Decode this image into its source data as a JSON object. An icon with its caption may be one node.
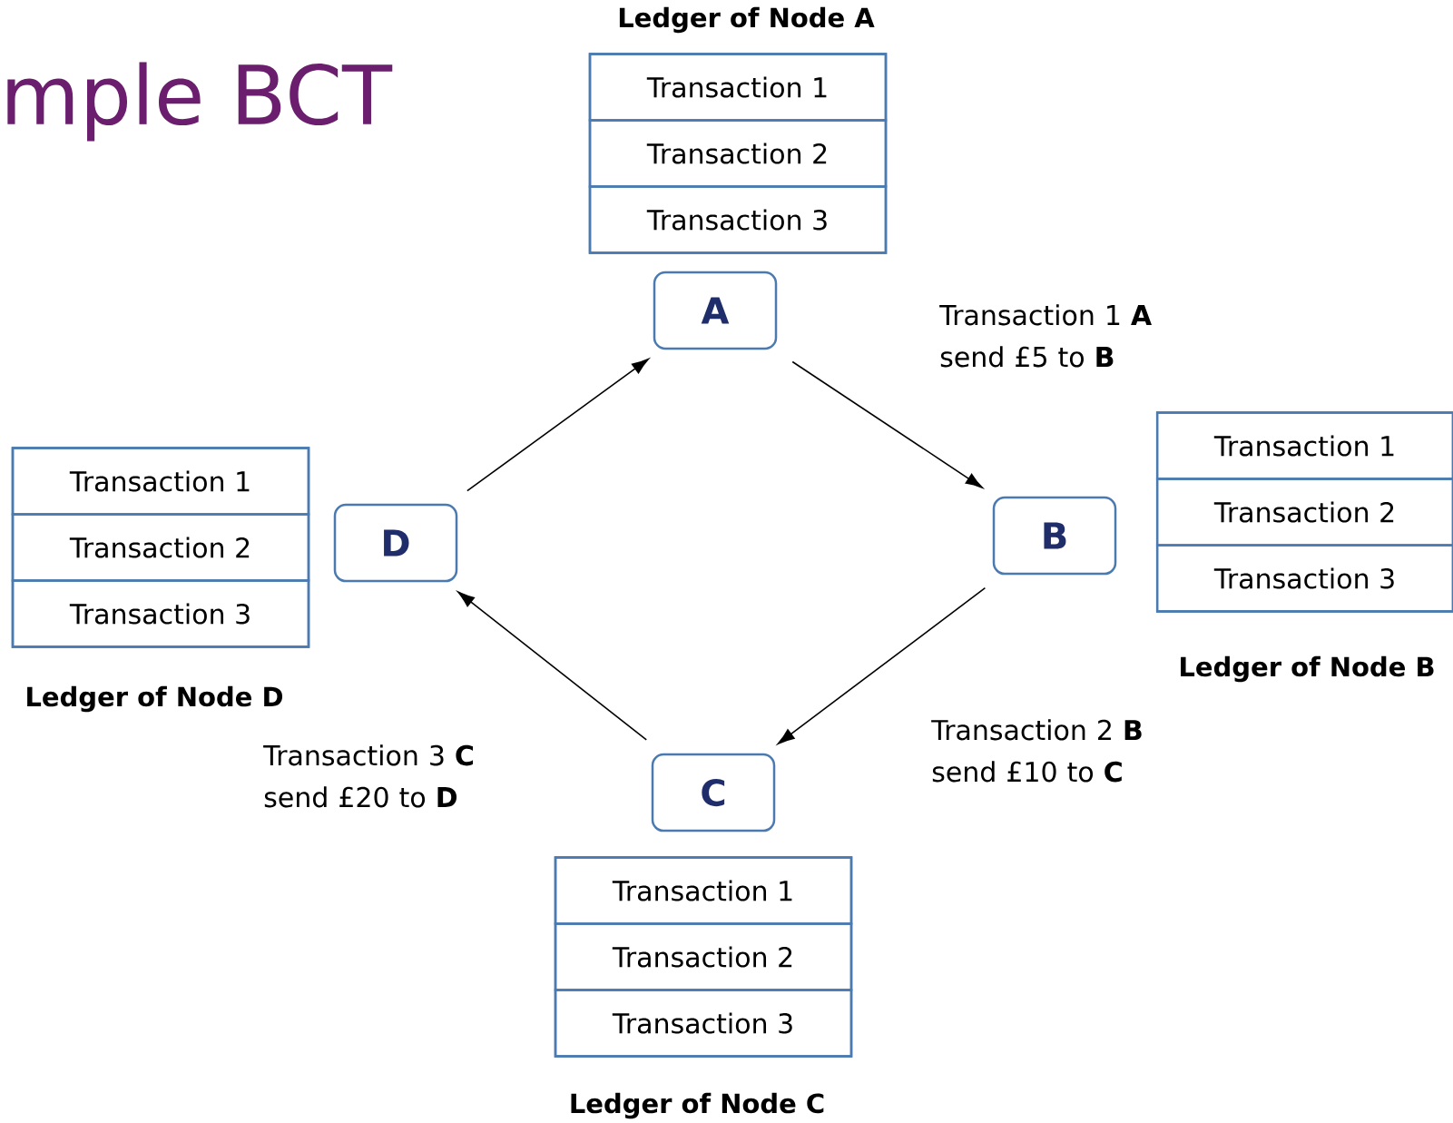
{
  "diagram": {
    "title": "mple BCT",
    "nodes": [
      {
        "text": [
          "Ledger of Node A"
        ]
      },
      {
        "text": [
          "Transaction 1"
        ],
        "in": 0
      },
      {
        "text": [
          "Transaction 2"
        ],
        "in": 0
      },
      {
        "text": [
          "Transaction 3"
        ],
        "in": 0
      },
      {
        "text": [
          "Ledger of Node B"
        ]
      },
      {
        "text": [
          "Transaction 1"
        ],
        "in": 4
      },
      {
        "text": [
          "Transaction 2"
        ],
        "in": 4
      },
      {
        "text": [
          "Transaction 3"
        ],
        "in": 4
      },
      {
        "text": [
          "Ledger of Node C"
        ]
      },
      {
        "text": [
          "Transaction 1"
        ],
        "in": 8
      },
      {
        "text": [
          "Transaction 2"
        ],
        "in": 8
      },
      {
        "text": [
          "Transaction 3"
        ],
        "in": 8
      },
      {
        "text": [
          "Ledger of Node D"
        ]
      },
      {
        "text": [
          "Transaction 1"
        ],
        "in": 12
      },
      {
        "text": [
          "Transaction 2"
        ],
        "in": 12
      },
      {
        "text": [
          "Transaction 3"
        ],
        "in": 12
      },
      {
        "text": [
          "A"
        ]
      },
      {
        "text": [
          "B"
        ]
      },
      {
        "text": [
          "C"
        ]
      },
      {
        "text": [
          "D"
        ]
      }
    ],
    "edges": [
      {
        "from": 16,
        "to": 17,
        "arrow": "to",
        "label": "Transaction 1 **A** send £5 to **B**"
      },
      {
        "from": 17,
        "to": 18,
        "arrow": "to",
        "label": "Transaction 2 **B** send £10 to **C**"
      },
      {
        "from": 18,
        "to": 19,
        "arrow": "to",
        "label": "Transaction 3 **C** send £20 to **D**"
      },
      {
        "from": 19,
        "to": 16,
        "arrow": "to"
      }
    ]
  }
}
